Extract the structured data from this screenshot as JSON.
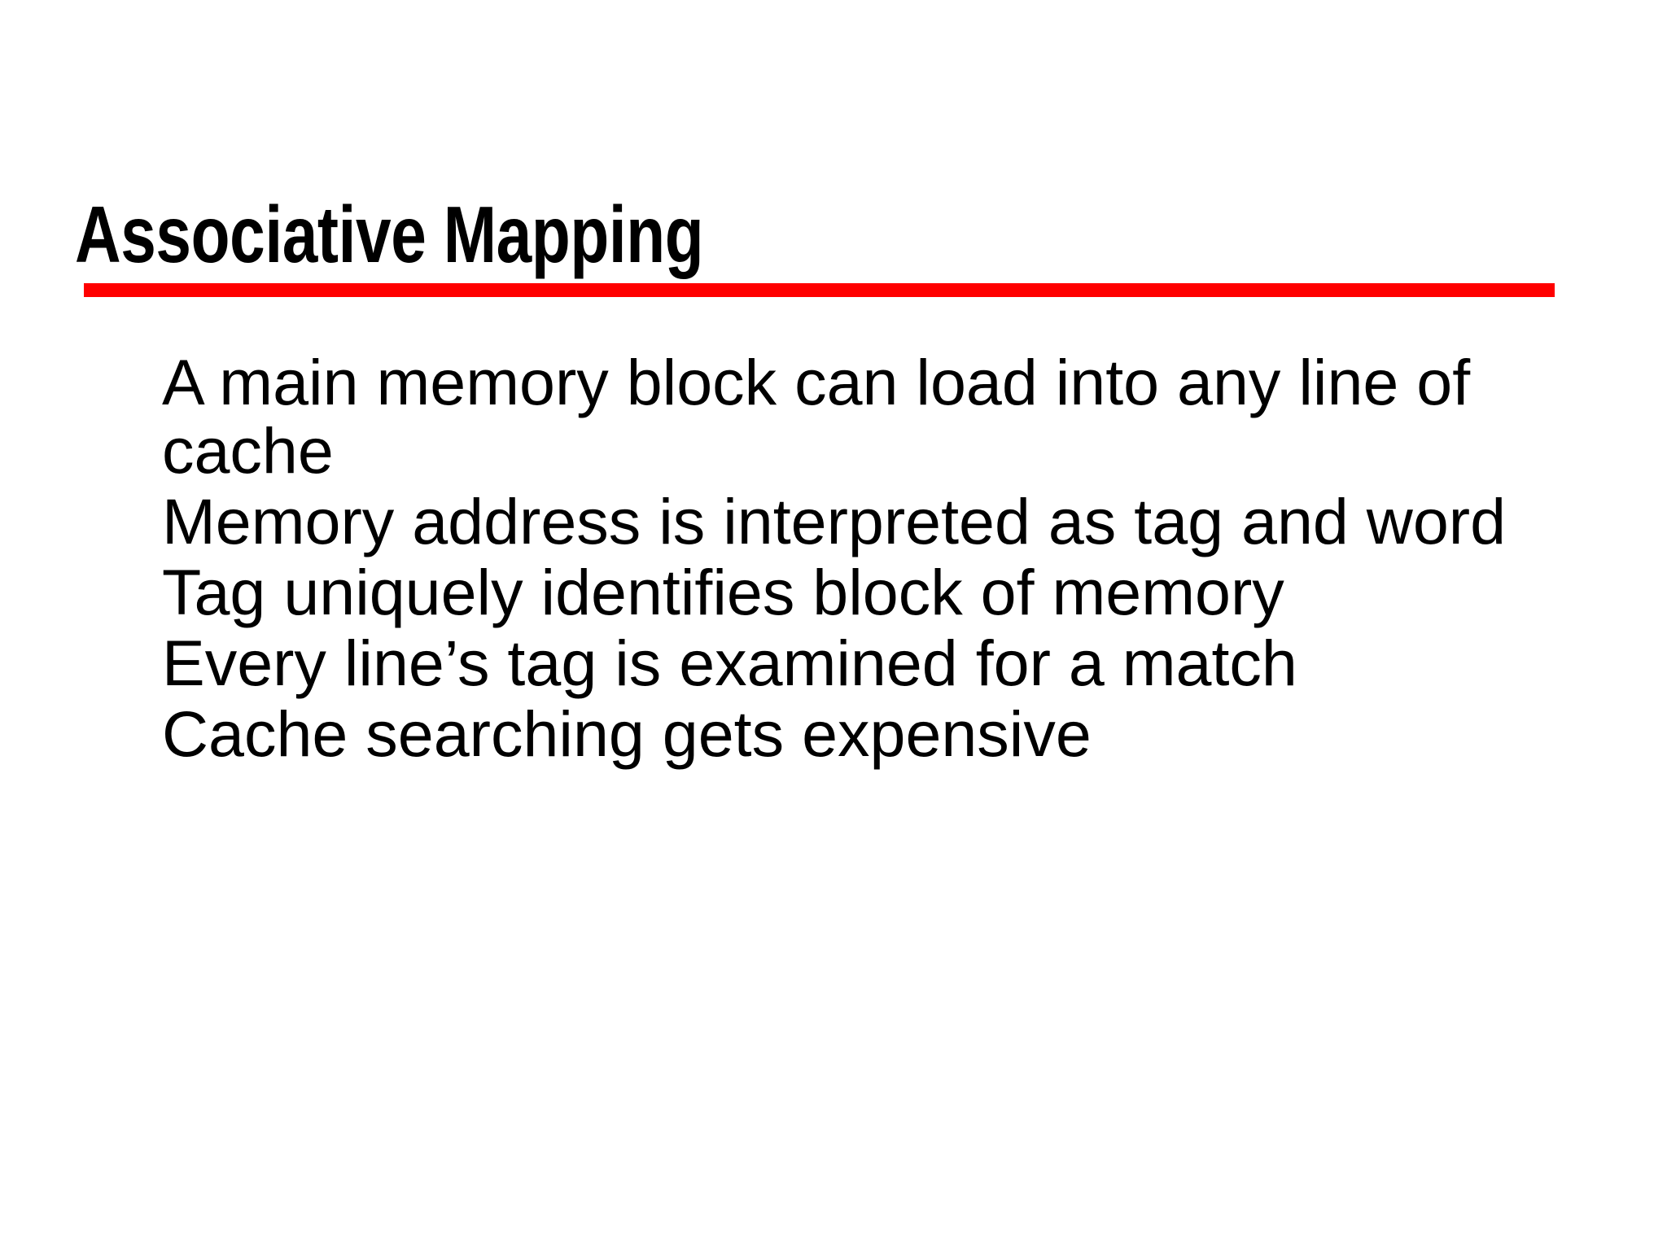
{
  "slide": {
    "title": "Associative Mapping",
    "accent_color": "#FF0000",
    "background_color": "#FFFFFF",
    "text_color": "#000000",
    "bullets": [
      "A main memory block can load into any line of cache",
      "Memory address is interpreted as tag and word",
      "Tag uniquely identifies block of memory",
      "Every line’s tag is examined for a match",
      "Cache searching gets expensive"
    ]
  }
}
